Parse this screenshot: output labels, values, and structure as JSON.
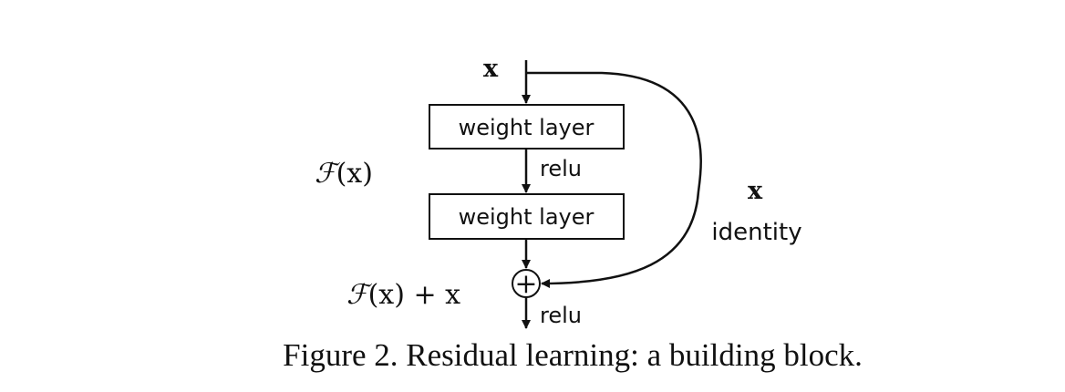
{
  "input": {
    "label": "x"
  },
  "layers": {
    "first": "weight layer",
    "second": "weight layer"
  },
  "activations": {
    "middle": "relu",
    "output": "relu"
  },
  "residual_function": {
    "script_f": "ℱ",
    "argument": "(x)"
  },
  "output_sum": {
    "script_f": "ℱ",
    "argument": "(x) + x"
  },
  "adder": {
    "symbol": "+"
  },
  "shortcut": {
    "variable": "x",
    "label": "identity"
  },
  "caption": {
    "text": "Figure 2. Residual learning: a building block."
  }
}
